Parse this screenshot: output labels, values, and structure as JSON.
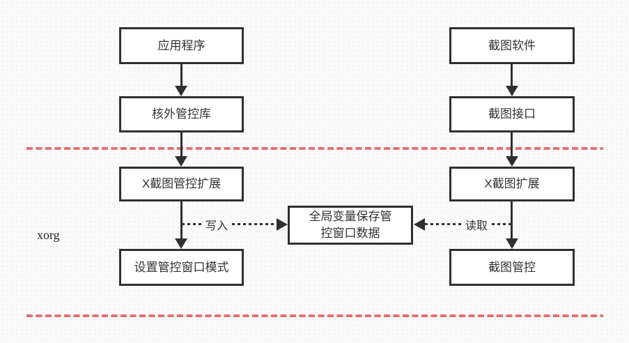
{
  "diagram": {
    "region_label": "xorg",
    "nodes": {
      "application": "应用程序",
      "external_control_library": "核外管控库",
      "x_screenshot_control_extension": "X截图管控扩展",
      "set_control_window_mode": "设置管控窗口模式",
      "screenshot_software": "截图软件",
      "screenshot_interface": "截图接口",
      "x_screenshot_extension": "X截图扩展",
      "screenshot_control": "截图管控",
      "global_variable_store": "全局变量保存管控窗口数据"
    },
    "edge_labels": {
      "write": "写入",
      "read": "读取"
    },
    "colors": {
      "node_border": "#2f2f2f",
      "node_fill": "#ffffff",
      "text": "#333333",
      "arrow": "#2f2f2f",
      "divider_red": "#e57070",
      "background": "#fafafa"
    }
  }
}
